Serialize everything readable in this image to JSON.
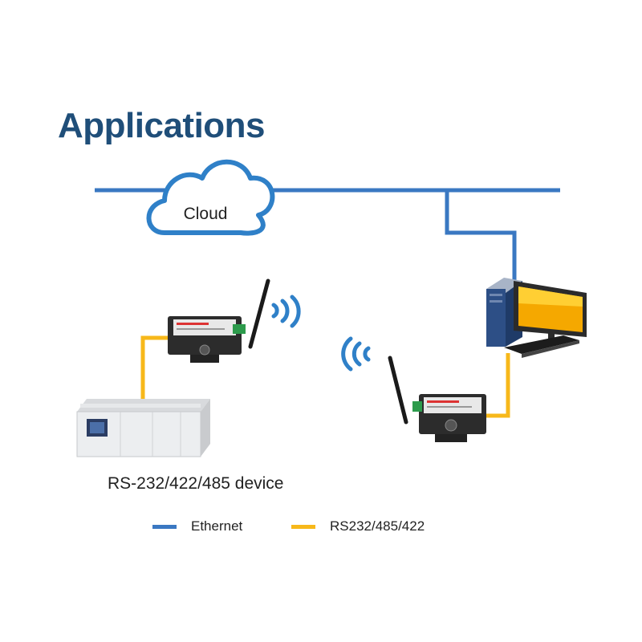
{
  "title": "Applications",
  "cloud": {
    "label": "Cloud"
  },
  "device": {
    "label": "RS-232/422/485 device"
  },
  "legend": [
    {
      "label": "Ethernet",
      "color": "#3a78c2"
    },
    {
      "label": "RS232/485/422",
      "color": "#f7b81a"
    }
  ],
  "colors": {
    "ethernet": "#3a78c2",
    "serial": "#f7b81a",
    "title": "#1f4e79",
    "wifi": "#2f80c8"
  }
}
